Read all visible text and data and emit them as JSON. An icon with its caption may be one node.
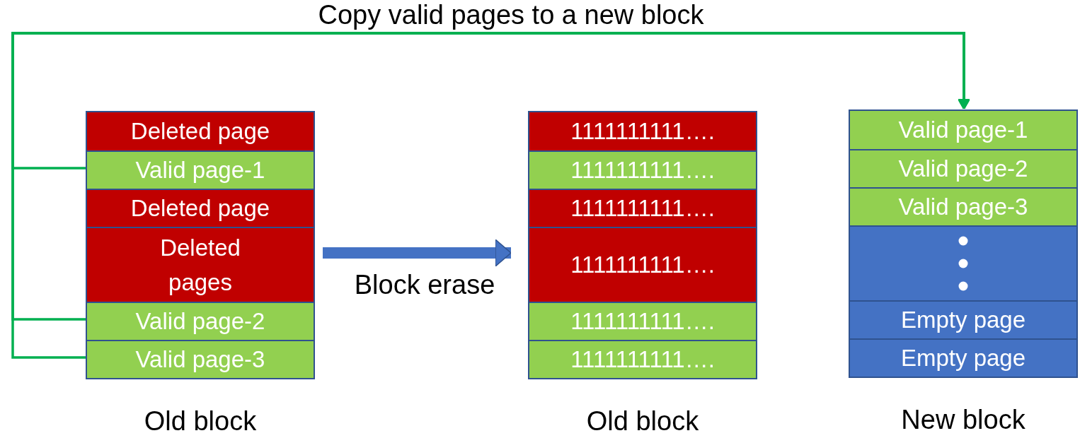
{
  "diagram": {
    "nodes": [
      {
        "text": [],
        "shape": "box",
        "beside": [
          "Old block"
        ]
      },
      {
        "text": [
          "Deleted page"
        ],
        "in": 0
      },
      {
        "text": [
          "Valid page-1"
        ],
        "in": 0
      },
      {
        "text": [
          "Deleted page"
        ],
        "in": 0
      },
      {
        "text": [
          "Deleted pages"
        ],
        "in": 0
      },
      {
        "text": [
          "Valid page-2"
        ],
        "in": 0
      },
      {
        "text": [
          "Valid page-3"
        ],
        "in": 0
      },
      {
        "text": [],
        "shape": "box",
        "beside": [
          "Old block"
        ]
      },
      {
        "text": [
          "1111111111…."
        ],
        "in": 7
      },
      {
        "text": [
          "1111111111…."
        ],
        "in": 7
      },
      {
        "text": [
          "1111111111…."
        ],
        "in": 7
      },
      {
        "text": [
          "1111111111…."
        ],
        "in": 7
      },
      {
        "text": [
          "1111111111…."
        ],
        "in": 7
      },
      {
        "text": [
          "1111111111…."
        ],
        "in": 7
      },
      {
        "text": [],
        "shape": "box",
        "beside": [
          "New block"
        ]
      },
      {
        "text": [
          "Valid page-1"
        ],
        "in": 14
      },
      {
        "text": [
          "Valid page-2"
        ],
        "in": 14
      },
      {
        "text": [
          "Valid page-3"
        ],
        "in": 14
      },
      {
        "text": [],
        "shape": "box",
        "in": 14
      },
      {
        "text": [
          "Empty page"
        ],
        "in": 14
      },
      {
        "text": [
          "Empty page"
        ],
        "in": 14
      }
    ],
    "edges": [
      {
        "from": 2,
        "to": 14,
        "arrow": "to",
        "label": "Copy valid pages to a new block"
      },
      {
        "from": 5,
        "to": 14,
        "arrow": "to"
      },
      {
        "from": 6,
        "to": 14,
        "arrow": "to"
      },
      {
        "from": 0,
        "to": 7,
        "arrow": "to",
        "label": "Block erase",
        "style": "thick",
        "color": "#4472c4"
      }
    ]
  }
}
